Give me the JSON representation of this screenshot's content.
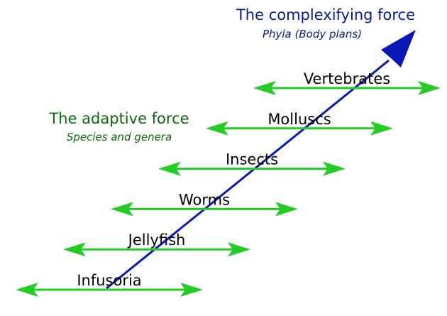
{
  "colors": {
    "green_arrow": "#22cc22",
    "blue_arrow": "#0a18b8",
    "complexifying_text": "#0b1a8c",
    "adaptive_text": "#0b6b0b",
    "level_text": "#000000"
  },
  "complexifying": {
    "title": "The complexifying force",
    "subtitle": "Phyla (Body plans)"
  },
  "adaptive": {
    "title": "The adaptive force",
    "subtitle": "Species and genera"
  },
  "levels": [
    {
      "label": "Infusoria"
    },
    {
      "label": "Jellyfish"
    },
    {
      "label": "Worms"
    },
    {
      "label": "Insects"
    },
    {
      "label": "Molluscs"
    },
    {
      "label": "Vertebrates"
    }
  ]
}
